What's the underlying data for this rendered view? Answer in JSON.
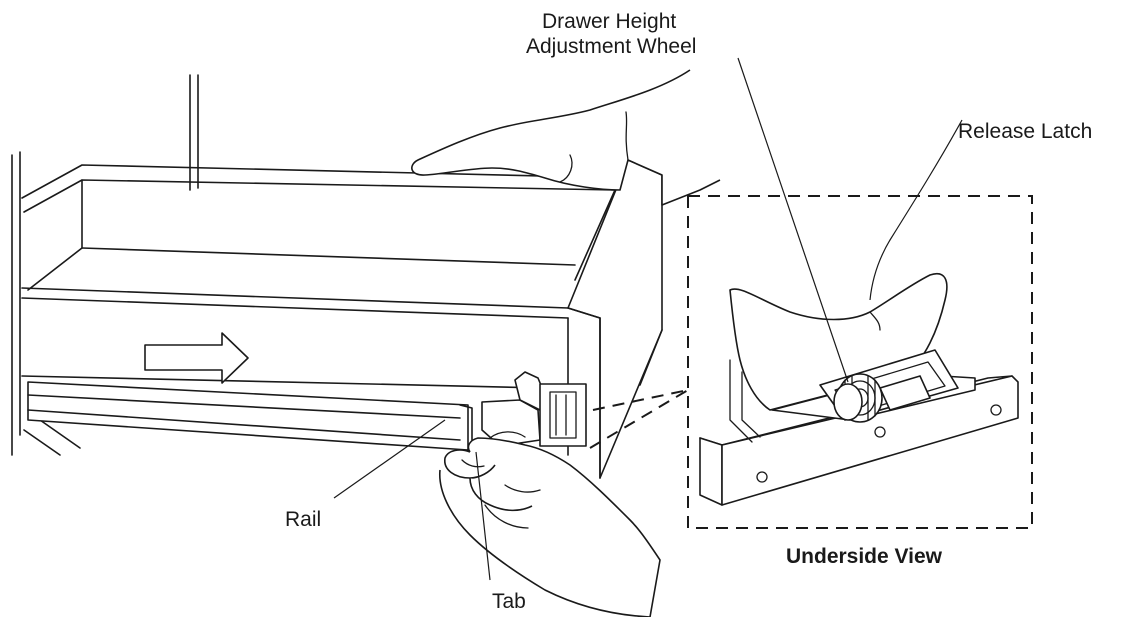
{
  "labels": {
    "wheel_line1": "Drawer Height",
    "wheel_line2": "Adjustment Wheel",
    "release_latch": "Release Latch",
    "rail": "Rail",
    "tab": "Tab",
    "underside_view": "Underside View"
  }
}
